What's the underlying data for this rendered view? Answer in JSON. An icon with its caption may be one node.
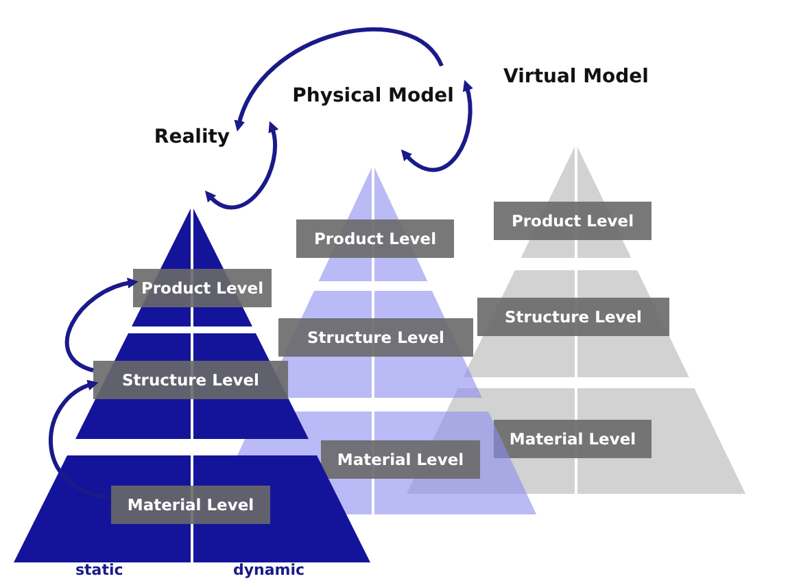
{
  "diagram": {
    "nodes": [
      {
        "text": [
          "Reality"
        ]
      },
      {
        "text": [
          "Product Level"
        ],
        "in": 0
      },
      {
        "text": [
          "Structure Level"
        ],
        "in": 0
      },
      {
        "text": [
          "Material Level"
        ],
        "in": 0
      },
      {
        "text": [
          "Physical Model"
        ]
      },
      {
        "text": [
          "Product Level"
        ],
        "in": 4
      },
      {
        "text": [
          "Structure Level"
        ],
        "in": 4
      },
      {
        "text": [
          "Material Level"
        ],
        "in": 4
      },
      {
        "text": [
          "Virtual Model"
        ]
      },
      {
        "text": [
          "Product Level"
        ],
        "in": 8
      },
      {
        "text": [
          "Structure Level"
        ],
        "in": 8
      },
      {
        "text": [
          "Material Level"
        ],
        "in": 8
      }
    ],
    "edges": [
      {
        "from": 8,
        "to": 0,
        "arrow": "to"
      },
      {
        "from": 0,
        "to": 4,
        "arrow": "both"
      },
      {
        "from": 4,
        "to": 8,
        "arrow": "both"
      },
      {
        "from": 3,
        "to": 2,
        "arrow": "to"
      },
      {
        "from": 2,
        "to": 1,
        "arrow": "to"
      }
    ],
    "labels": [
      "static",
      "dynamic"
    ]
  }
}
